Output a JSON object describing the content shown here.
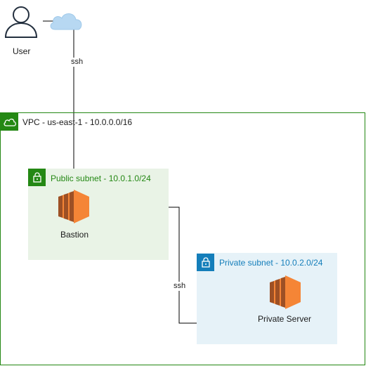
{
  "user": {
    "label": "User",
    "icon": "user-icon"
  },
  "cloud": {
    "icon": "cloud-icon"
  },
  "vpc": {
    "label": "VPC - us-east-1 - 10.0.0.0/16",
    "icon": "vpc-cloud-icon",
    "color": "#248814"
  },
  "public_subnet": {
    "label": "Public subnet - 10.0.1.0/24",
    "icon": "lock-icon",
    "color": "#248814",
    "fill": "#e9f3e6"
  },
  "private_subnet": {
    "label": "Private subnet - 10.0.2.0/24",
    "icon": "lock-icon",
    "color": "#147eba",
    "fill": "#e6f2f8"
  },
  "nodes": {
    "bastion": {
      "label": "Bastion",
      "icon": "ec2-instance-icon"
    },
    "private_server": {
      "label": "Private Server",
      "icon": "ec2-instance-icon"
    }
  },
  "edges": [
    {
      "from": "user",
      "to": "bastion",
      "label": "ssh"
    },
    {
      "from": "bastion",
      "to": "private_server",
      "label": "ssh"
    }
  ]
}
